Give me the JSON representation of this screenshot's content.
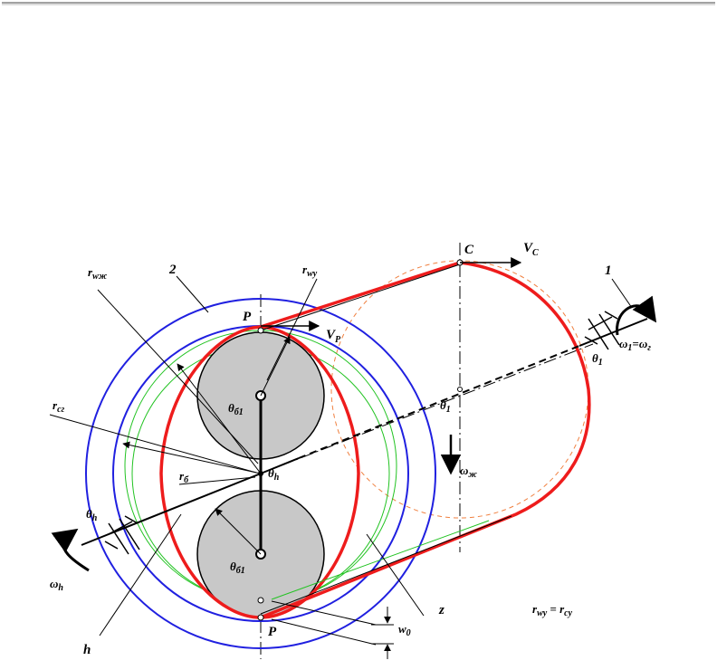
{
  "colors": {
    "red": "#ee1c1c",
    "blue": "#2020e0",
    "green": "#22c322",
    "orange": "#f08040",
    "gray": "#c8c8c8",
    "black": "#000000"
  },
  "labels": {
    "C": "C",
    "VC": "V",
    "VC_sub": "C",
    "one": "1",
    "two": "2",
    "r_wzh": "r",
    "r_wzh_sub": "wж",
    "r_wy": "r",
    "r_wy_sub": "wy",
    "P_top": "P",
    "VP": "V",
    "VP_sub": "P",
    "omega1": "ω",
    "omega1_sub": "1",
    "omega1_eq": "=ω",
    "omega1_eq_sub": "г",
    "theta1_right": "θ",
    "theta1_right_sub": "1",
    "theta_b1_top": "θ",
    "theta_b1_top_sub": "б1",
    "theta1_center": "θ",
    "theta1_center_sub": "1",
    "r_cg": "r",
    "r_cg_sub": "сг",
    "theta_h_center": "θ",
    "theta_h_center_sub": "h",
    "omega_zh": "ω",
    "omega_zh_sub": "ж",
    "r_b": "r",
    "r_b_sub": "б",
    "theta_h_left": "θ",
    "theta_h_left_sub": "h",
    "theta_b1_bottom": "θ",
    "theta_b1_bottom_sub": "б1",
    "omega_h": "ω",
    "omega_h_sub": "h",
    "z": "z",
    "formula_r1": "r",
    "formula_r1_sub": "wy",
    "formula_eq": " = r",
    "formula_r2_sub": "cy",
    "w0": "w",
    "w0_sub": "0",
    "P_bottom": "P",
    "h": "h"
  }
}
